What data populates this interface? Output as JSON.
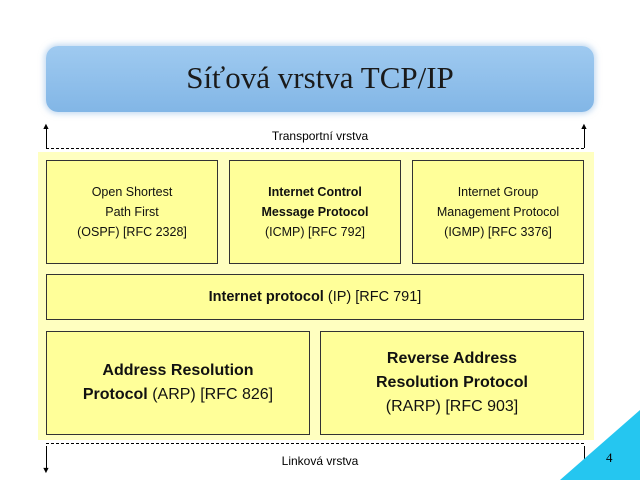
{
  "title": "Síťová vrstva TCP/IP",
  "labels": {
    "top": "Transportní vrstva",
    "bottom": "Linková vrstva"
  },
  "row1": [
    {
      "lines": [
        "Open Shortest",
        "Path First",
        "(OSPF) [RFC 2328]"
      ]
    },
    {
      "lines_bold": [
        "Internet Control",
        "Message Protocol"
      ],
      "line_tail": "(ICMP) [RFC 792]"
    },
    {
      "lines": [
        "Internet Group",
        "Management Protocol",
        "(IGMP) [RFC 3376]"
      ]
    }
  ],
  "ip": {
    "bold": "Internet protocol",
    "normal": "(IP) [RFC 791]"
  },
  "arp": {
    "bold1": "Address Resolution",
    "bold2": "Protocol",
    "normal2": "(ARP) [RFC 826]"
  },
  "rarp": {
    "bold1": "Reverse Address",
    "bold2": "Resolution Protocol",
    "normal3": "(RARP) [RFC 903]"
  },
  "page_number": "4",
  "colors": {
    "banner": "#90c0ec",
    "stack_bg": "#ffffc0",
    "box_bg": "#ffff99",
    "corner": "#25c6f0"
  }
}
